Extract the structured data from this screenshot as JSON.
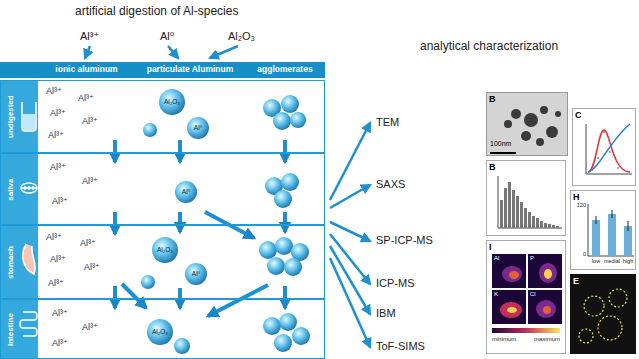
{
  "diagram": {
    "nodes": [
      {
        "text": [
          "ionic aluminum"
        ]
      },
      {
        "text": [
          "particulate Aluminum"
        ]
      },
      {
        "text": [
          "agglomerates"
        ]
      },
      {
        "text": [
          "undigested"
        ]
      },
      {
        "text": [
          "saliva"
        ]
      },
      {
        "text": [
          "stomach"
        ]
      },
      {
        "text": [
          "intestine"
        ]
      },
      {
        "text": [
          "B",
          "100nm"
        ]
      },
      {
        "text": [
          "C"
        ]
      },
      {
        "text": [
          "B"
        ]
      },
      {
        "text": [
          "H",
          "120",
          "0",
          "low",
          "medial",
          "high"
        ]
      },
      {
        "text": [
          "I",
          "Al",
          "P",
          "K",
          "Cl",
          "minimum",
          "maximum"
        ]
      },
      {
        "text": [
          "E"
        ]
      }
    ],
    "labels": [
      "artificial digestion of Al-species",
      "Al³⁺",
      "Al⁰",
      "Al₂O₃",
      "analytical characterization",
      "TEM",
      "SAXS",
      "SP-ICP-MS",
      "ICP-MS",
      "IBM",
      "ToF-SIMS",
      "Al³⁺",
      "Al³⁺",
      "Al³⁺",
      "Al³⁺",
      "Al³⁺",
      "Al³⁺",
      "Al³⁺",
      "Al³⁺",
      "Al³⁺",
      "Al³⁺",
      "Al³⁺",
      "Al³⁺",
      "Al³⁺",
      "Al³⁺",
      "Al³⁺",
      "Al³⁺",
      "Al₂O₃",
      "Al⁰",
      "Al⁰",
      "Al₂O₃",
      "Al⁰",
      "Al₂O₃"
    ]
  }
}
